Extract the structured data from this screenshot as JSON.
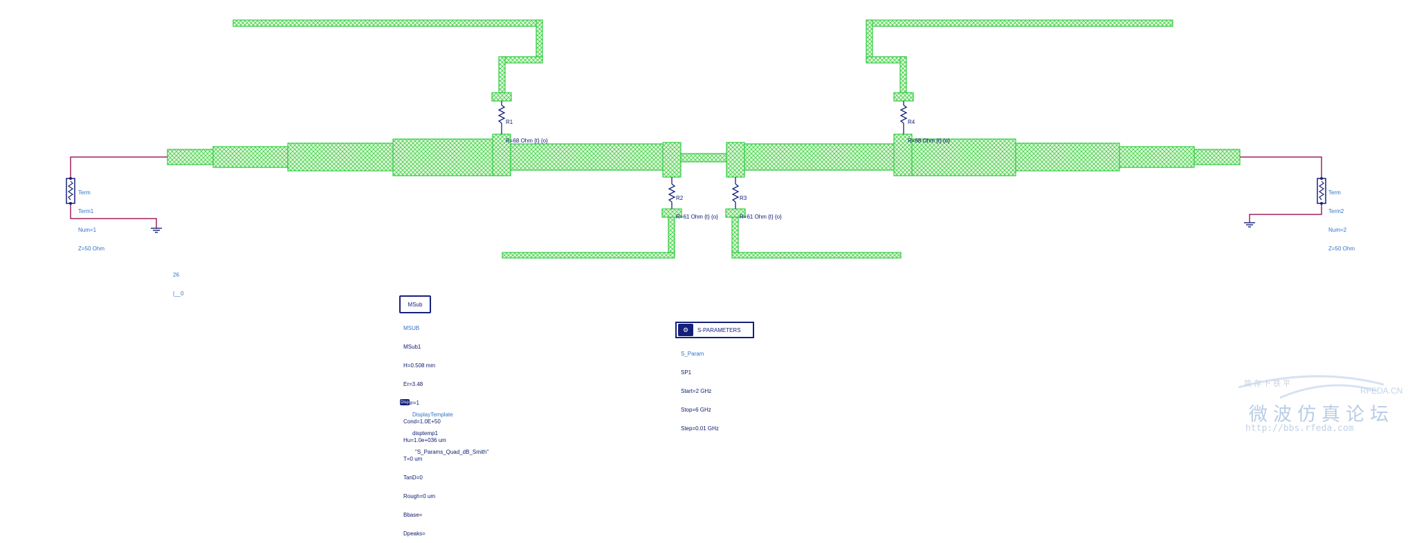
{
  "term1": {
    "labels": [
      "Term",
      "Term1",
      "Num=1",
      "Z=50 Ohm"
    ]
  },
  "term2": {
    "labels": [
      "Term",
      "Term2",
      "Num=2",
      "Z=50 Ohm"
    ]
  },
  "r1": {
    "name": "R1",
    "value": "R=68 Ohm {t} {o}"
  },
  "r2": {
    "name": "R2",
    "value": "R=61 Ohm {t} {o}"
  },
  "r3": {
    "name": "R3",
    "value": "R=61 Ohm {t} {o}"
  },
  "r4": {
    "name": "R4",
    "value": "R=68 Ohm {t} {o}"
  },
  "stray": {
    "line1": "26",
    "line2": "|__0"
  },
  "msub": {
    "box_label": "MSub",
    "type": "MSUB",
    "params": [
      "MSub1",
      "H=0.508 mm",
      "Er=3.48",
      "Mur=1",
      "Cond=1.0E+50",
      "Hu=1.0e+036 um",
      "T=0 um",
      "TanD=0",
      "Rough=0 um",
      "Bbase=",
      "Dpeaks="
    ]
  },
  "sparam": {
    "box_label": "S-PARAMETERS",
    "type": "S_Param",
    "params": [
      "SP1",
      "Start=2 GHz",
      "Stop=6 GHz",
      "Step=0.01 GHz"
    ]
  },
  "display_template": {
    "icon": "Disp",
    "type": "DisplayTemplate",
    "name": "disptemp1",
    "value": "\"S_Params_Quad_dB_Smith\""
  },
  "watermark": {
    "top_text": "简存卜铁平",
    "brand": "RFEDA.CN",
    "title": "微波仿真论坛",
    "url": "http://bbs.rfeda.com"
  },
  "colors": {
    "microstrip_fill": "#d8f5d0",
    "microstrip_stroke": "#2ecc40",
    "wire": "#a0215e",
    "component": "#14207a",
    "label_blue": "#2f73c8"
  }
}
